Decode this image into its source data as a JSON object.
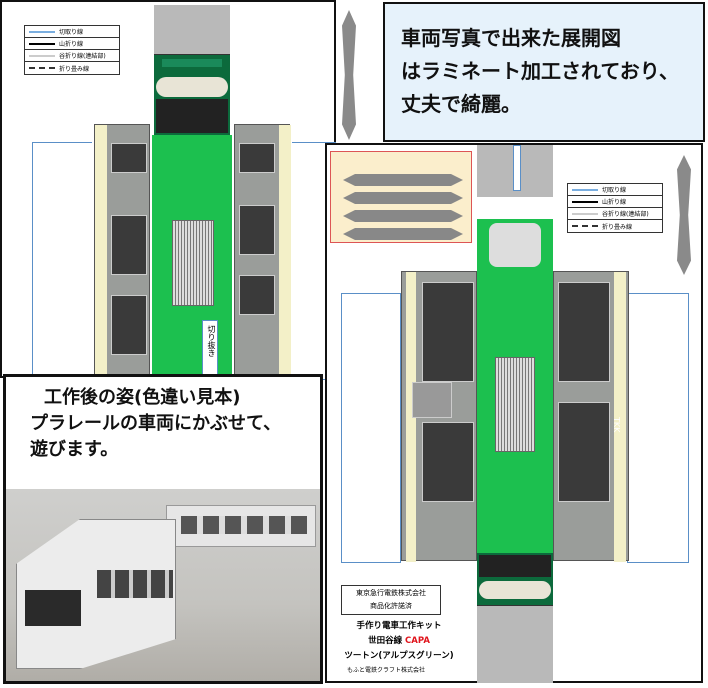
{
  "callout_top": {
    "lines": [
      "車両写真で出来た展開図",
      "はラミネート加工されており、",
      "丈夫で綺麗。"
    ]
  },
  "callout_bottom": {
    "lines": [
      "工作後の姿(色違い見本)",
      "プラレールの車両にかぶせて、",
      "遊びます。"
    ]
  },
  "legend": {
    "items": [
      "切取り線",
      "山折り線",
      "谷折り線(連結部)",
      "折り畳み線"
    ]
  },
  "left_sheet": {
    "cut_tab": "切り抜き"
  },
  "right_sheet": {
    "side_mark": "TKK",
    "license": [
      "東京急行電鉄株式会社",
      "商品化許諾済"
    ],
    "product": {
      "line1": "手作り電車工作キット",
      "line2_prefix": "世田谷線 ",
      "line2_brand": "CAPA",
      "line3": "ツートン(アルプスグリーン)"
    },
    "maker": "もふと電鉄クラフト株式会社"
  },
  "colors": {
    "green": "#1cc04f",
    "brand_red": "#e0141c",
    "callout_bg": "#e6f2fb"
  }
}
